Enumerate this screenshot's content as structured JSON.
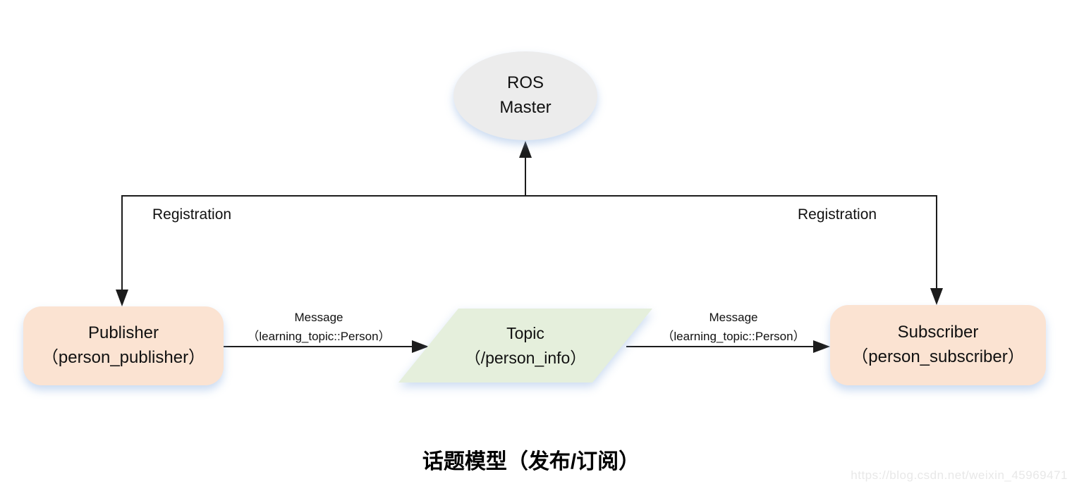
{
  "colors": {
    "node_fill": "#fbe3d2",
    "topic_fill": "#e5efdc",
    "master_fill": "#ececec",
    "line": "#1c1c1c",
    "shadow": "rgba(140,175,225,0.45)"
  },
  "nodes": {
    "master": {
      "line1": "ROS",
      "line2": "Master"
    },
    "publisher": {
      "line1": "Publisher",
      "line2": "（person_publisher）"
    },
    "topic": {
      "line1": "Topic",
      "line2": "（/person_info）"
    },
    "subscriber": {
      "line1": "Subscriber",
      "line2": "（person_subscriber）"
    }
  },
  "edges": {
    "registration_left": "Registration",
    "registration_right": "Registration",
    "message_left": {
      "line1": "Message",
      "line2": "（learning_topic::Person）"
    },
    "message_right": {
      "line1": "Message",
      "line2": "（learning_topic::Person）"
    }
  },
  "caption": "话题模型（发布/订阅）",
  "watermark": "https://blog.csdn.net/weixin_45969471"
}
